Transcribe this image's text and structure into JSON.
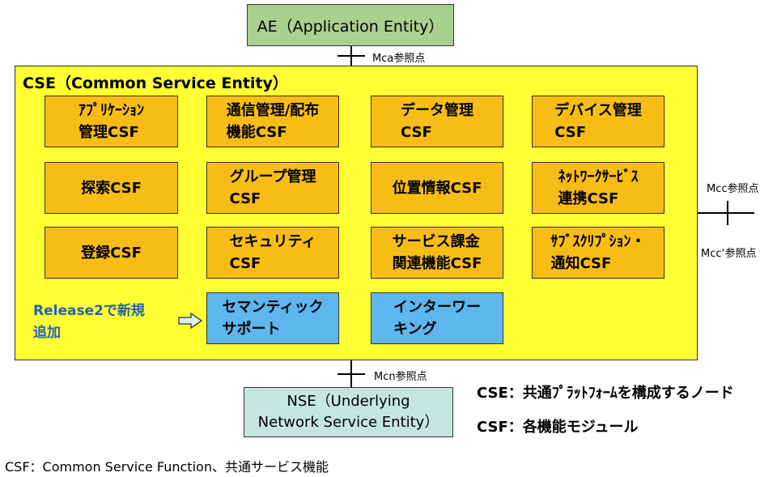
{
  "ae": {
    "label": "AE（Application Entity）"
  },
  "mca": {
    "label": "Mca参照点"
  },
  "cse": {
    "title": "CSE（Common Service Entity）"
  },
  "csf_boxes": [
    "ｱﾌﾟﾘｹｰｼｮﾝ\n管理CSF",
    "通信管理/配布\n機能CSF",
    "データ管理\nCSF",
    "デバイス管理\nCSF",
    "探索CSF",
    "グループ管理\nCSF",
    "位置情報CSF",
    "ﾈｯﾄﾜｰｸｻｰﾋﾞｽ\n連携CSF",
    "登録CSF",
    "セキュリティ\nCSF",
    "サービス課金\n関連機能CSF",
    "ｻﾌﾞｽｸﾘﾌﾟｼｮﾝ・\n通知CSF"
  ],
  "release2": {
    "label": "Release2で新規\n追加",
    "boxes": [
      "セマンティック\nサポート",
      "インターワー\nキング"
    ]
  },
  "mcc": {
    "label": "Mcc参照点",
    "label2": "Mcc‘参照点"
  },
  "mcn": {
    "label": "Mcn参照点"
  },
  "nse": {
    "label": "NSE（Underlying\nNetwork Service Entity）"
  },
  "legend": {
    "cse": "CSE：共通ﾌﾟﾗｯﾄﾌｫｰﾑを構成するノード",
    "csf": "CSF：各機能モジュール"
  },
  "footer": "CSF：Common Service Function、共通サービス機能",
  "colors": {
    "ae_fill": "#a9d18e",
    "cse_fill": "#ffff33",
    "csf_fill": "#f7bd14",
    "release2_fill": "#5db6ec",
    "nse_fill": "#c5e6e0",
    "release2_text": "#1f62b9"
  }
}
